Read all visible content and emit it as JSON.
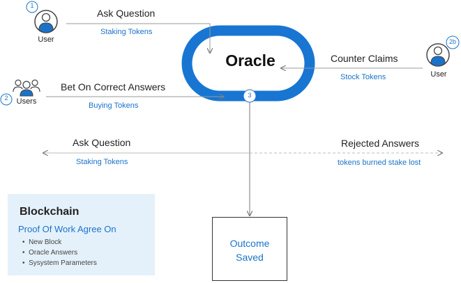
{
  "diagram": {
    "oracle": {
      "label": "Oracle"
    },
    "actors": {
      "user_1": {
        "badge": "1",
        "label": "User"
      },
      "users_2": {
        "badge": "2",
        "label": "Users"
      },
      "user_2b": {
        "badge": "2b",
        "label": "User"
      }
    },
    "flows": {
      "ask_top": {
        "label": "Ask Question",
        "sublabel": "Staking Tokens"
      },
      "bet": {
        "label": "Bet On Correct Answers",
        "sublabel": "Buying Tokens"
      },
      "counter": {
        "label": "Counter Claims",
        "sublabel": "Stock Tokens"
      },
      "ask_bottom": {
        "label": "Ask Question",
        "sublabel": "Staking Tokens"
      },
      "rejected": {
        "label": "Rejected Answers",
        "sublabel": "tokens burned stake lost"
      }
    },
    "step3_badge": "3",
    "outcome": {
      "line1": "Outcome",
      "line2": "Saved"
    },
    "blockchain": {
      "title": "Blockchain",
      "subtitle": "Proof Of Work Agree On",
      "items": [
        "New Block",
        "Oracle Answers",
        "Sysystem Parameters"
      ]
    },
    "colors": {
      "accent": "#1a73c9",
      "oracle_ring": "#1876d2",
      "panel": "#e4f1fb"
    }
  }
}
